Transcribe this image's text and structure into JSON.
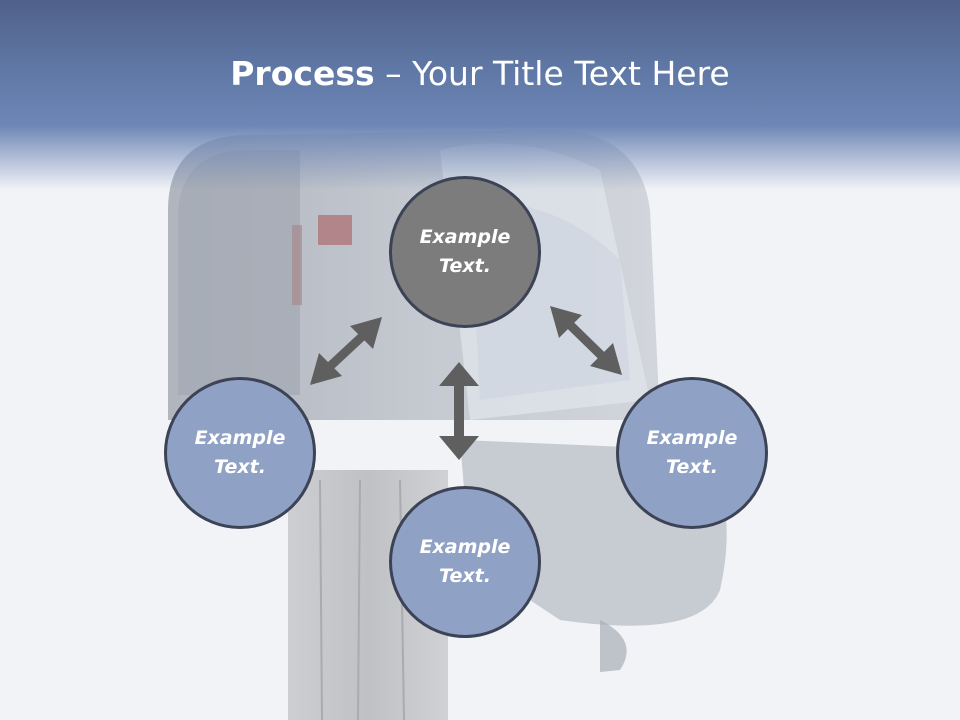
{
  "title": {
    "bold": "Process",
    "rest": " – Your Title Text Here"
  },
  "nodes": {
    "top": {
      "line1": "Example",
      "line2": "Text."
    },
    "left": {
      "line1": "Example",
      "line2": "Text."
    },
    "bottom": {
      "line1": "Example",
      "line2": "Text."
    },
    "right": {
      "line1": "Example",
      "line2": "Text."
    }
  },
  "colors": {
    "header": "#6078a6",
    "center_node": "#7c7c7c",
    "outer_node": "#8fa1c4",
    "arrow": "#5f5f5f"
  }
}
